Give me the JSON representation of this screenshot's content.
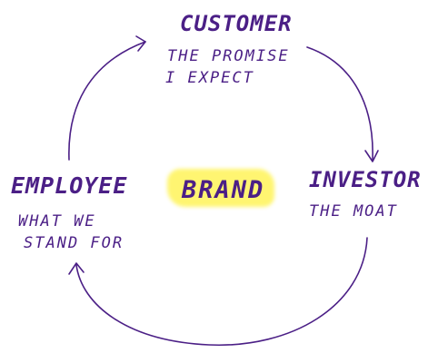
{
  "nodes": {
    "customer": {
      "title": "CUSTOMER",
      "line1": "THE PROMISE",
      "line2": "I EXPECT"
    },
    "employee": {
      "title": "EMPLOYEE",
      "line1": "WHAT WE",
      "line2": "STAND FOR"
    },
    "investor": {
      "title": "INVESTOR",
      "line1": "THE MOAT"
    },
    "center": {
      "title": "BRAND",
      "highlight_color": "#fff56a"
    }
  },
  "ink_color": "#4b1f86"
}
